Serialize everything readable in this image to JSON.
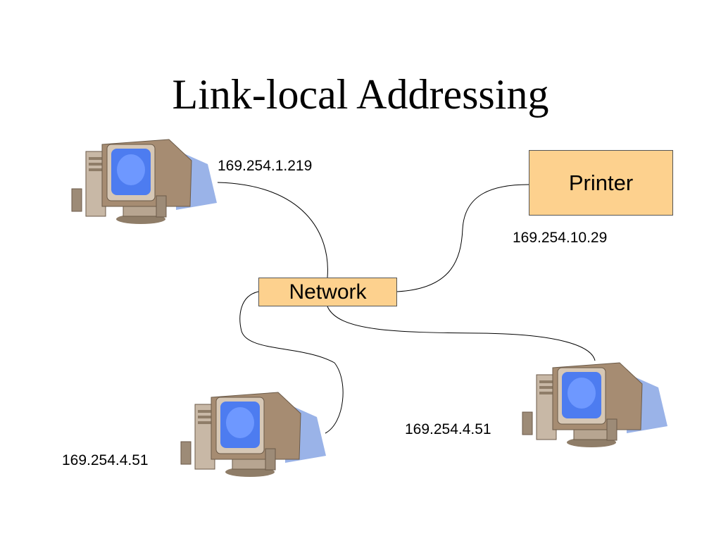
{
  "title": "Link-local Addressing",
  "nodes": {
    "network": {
      "label": "Network"
    },
    "printer": {
      "label": "Printer",
      "address": "169.254.10.29"
    },
    "computer_top_left": {
      "address": "169.254.1.219"
    },
    "computer_bottom_left": {
      "address": "169.254.4.51"
    },
    "computer_bottom_right": {
      "address": "169.254.4.51"
    }
  },
  "colors": {
    "box_fill": "#fdd18e",
    "screen": "#4d7cf0",
    "shadow": "#9ab3e8",
    "case": "#c8b8a6"
  },
  "icons": {
    "computer": "desktop-computer-icon"
  }
}
